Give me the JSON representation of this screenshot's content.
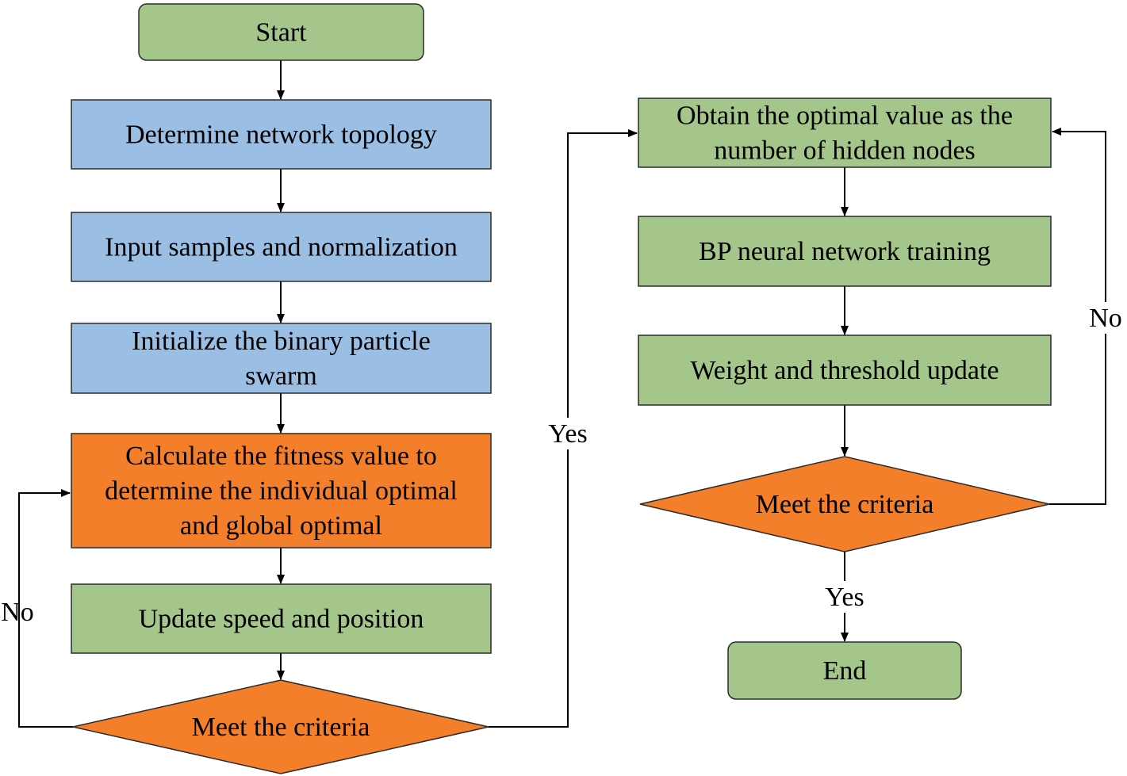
{
  "colors": {
    "green": "#a4c68a",
    "blue": "#9bbfe4",
    "orange": "#f47f2a",
    "stroke": "#2b2b2b",
    "line": "#000000"
  },
  "nodes": {
    "start": {
      "lines": [
        "Start"
      ],
      "fill": "green"
    },
    "topology": {
      "lines": [
        "Determine network topology"
      ],
      "fill": "blue"
    },
    "input": {
      "lines": [
        "Input samples and normalization"
      ],
      "fill": "blue"
    },
    "init": {
      "lines": [
        "Initialize the binary particle",
        "swarm"
      ],
      "fill": "blue"
    },
    "fitness": {
      "lines": [
        "Calculate the fitness value to",
        "determine the individual optimal",
        "and global optimal"
      ],
      "fill": "orange"
    },
    "update": {
      "lines": [
        "Update speed and position"
      ],
      "fill": "green"
    },
    "criteria_left": {
      "lines": [
        "Meet the criteria"
      ],
      "fill": "orange"
    },
    "optimal": {
      "lines": [
        "Obtain the optimal value as the",
        "number of hidden nodes"
      ],
      "fill": "green"
    },
    "bp": {
      "lines": [
        "BP neural network training"
      ],
      "fill": "green"
    },
    "weight": {
      "lines": [
        "Weight and threshold update"
      ],
      "fill": "green"
    },
    "criteria_right": {
      "lines": [
        "Meet the criteria"
      ],
      "fill": "orange"
    },
    "end": {
      "lines": [
        "End"
      ],
      "fill": "green"
    }
  },
  "edge_labels": {
    "no_left": "No",
    "yes_mid": "Yes",
    "no_right": "No",
    "yes_right": "Yes"
  }
}
